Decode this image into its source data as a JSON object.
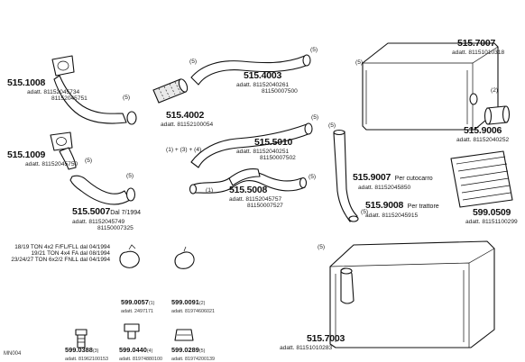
{
  "parts": [
    {
      "id": "p1",
      "code": "515.1008",
      "ref": "adatt. 81152045734",
      "ref2": "81152045751"
    },
    {
      "id": "p2",
      "code": "515.1009",
      "ref": "adatt. 81152045750"
    },
    {
      "id": "p3",
      "code": "515.5007",
      "note": "Dal  7/1994",
      "ref": "adatt. 81152045749",
      "ref2": "81150007325"
    },
    {
      "id": "p4",
      "code": "515.4002",
      "ref": "adatt. 81152100054"
    },
    {
      "id": "p5",
      "code": "515.4003",
      "ref": "adatt. 81152040261",
      "ref2": "81150007500"
    },
    {
      "id": "p6",
      "code": "515.5010",
      "ref": "adatt. 81152040251",
      "ref2": "81150007502"
    },
    {
      "id": "p7",
      "code": "515.5008",
      "ref": "adatt. 81152045757",
      "ref2": "81150007527"
    },
    {
      "id": "p8",
      "code": "515.7007",
      "ref": "adatt. 81151010318"
    },
    {
      "id": "p9",
      "code": "515.9006",
      "ref": "adatt. 81152040252"
    },
    {
      "id": "p10",
      "code": "515.9007",
      "note": "Per cutocarro",
      "ref": "adatt. 81152045850"
    },
    {
      "id": "p11",
      "code": "515.9008",
      "note": "Per trattore",
      "ref": "adatt. 81152045915"
    },
    {
      "id": "p12",
      "code": "599.0509",
      "ref": "adatt. 81151100299"
    },
    {
      "id": "p13",
      "code": "515.7003",
      "ref": "adatt. 81151010283"
    }
  ],
  "fittings": [
    {
      "id": "f1",
      "code": "599.0057",
      "qty": "(1)",
      "ref": "adatt. 2497171"
    },
    {
      "id": "f2",
      "code": "599.0091",
      "qty": "(2)",
      "ref": "adatt. 81974606021"
    },
    {
      "id": "f3",
      "code": "599.0388",
      "qty": "(3)",
      "ref": "adatt. 81962100153"
    },
    {
      "id": "f4",
      "code": "599.0440",
      "qty": "(4)",
      "ref": "adatt. 81974880100"
    },
    {
      "id": "f5",
      "code": "599.0289",
      "qty": "(5)",
      "ref": "adatt. 81974200139"
    }
  ],
  "callouts": {
    "c5": "(5)",
    "c1": "(1)",
    "c2": "(2)",
    "c123": "(1) + (3) + (4)"
  },
  "conditions": [
    "18/19 TON 4x2 F/FL/FLL dal 04/1994",
    "19/21 TON 4x4 FA dal 08/1994",
    "23/24/27 TON 6x2/2 FNLL dal 04/1994"
  ],
  "footer_code": "MN004"
}
